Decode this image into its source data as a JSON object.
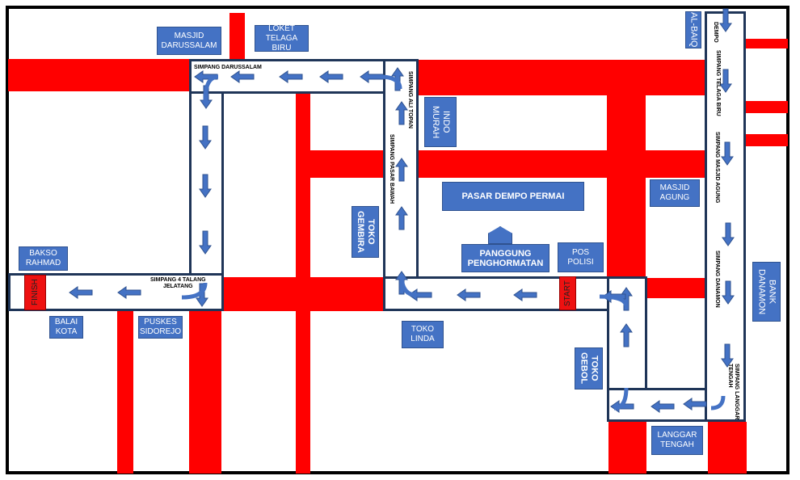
{
  "colors": {
    "road": "#ff0000",
    "route_border": "#1f3558",
    "label_bg": "#4472c4",
    "arrow": "#4472c4"
  },
  "markers": {
    "start": "START",
    "finish": "FINISH"
  },
  "landmarks": {
    "masjid_darussalam": "MASJID\nDARUSSALAM",
    "loket_telaga_biru": "LOKET\nTELAGA BIRU",
    "al_baiq": "AL-BAIQ",
    "indo_murah": "INDO\nMURAH",
    "pasar_dempo_permai": "PASAR DEMPO PERMAI",
    "masjid_agung": "MASJID\nAGUNG",
    "toko_gembira": "TOKO\nGEMBIRA",
    "panggung_penghormatan": "PANGGUNG\nPENGHORMATAN",
    "pos_polisi": "POS\nPOLISI",
    "bakso_rahmad": "BAKSO\nRAHMAD",
    "balai_kota": "BALAI\nKOTA",
    "puskes_sidorejo": "PUSKES\nSIDOREJO",
    "toko_linda": "TOKO\nLINDA",
    "toko_gebol": "TOKO\nGEBOL",
    "bank_danamon": "BANK\nDANAMON",
    "langgar_tengah": "LANGGAR\nTENGAH"
  },
  "streets": {
    "simpang_darussalam": "SIMPANG DARUSSALAM",
    "simpang_ali_topan": "SIMPANG ALI TOPAN",
    "simpang_pasar_bawah": "SIMPANG PASAR BAWAH",
    "simpang_4_talang_jelatang": "SIMPANG 4 TALANG\nJELATANG",
    "dempo": "DEMPO",
    "simpang_telaga_biru": "SIMPANG TELAGA BIRU",
    "simpang_masjid_agung": "SIMPANG MASJID AGUNG",
    "simpang_danamon": "SIMPANG DANAMON",
    "simpang_langgar_tengah": "SIMPANG LANGGAR\nTENGAH"
  },
  "route_directions": [
    "down",
    "down",
    "down",
    "down",
    "down",
    "down",
    "left",
    "left",
    "left",
    "left",
    "left",
    "left",
    "left",
    "left",
    "left",
    "up",
    "up",
    "up",
    "up",
    "up",
    "up",
    "left",
    "left",
    "left",
    "left",
    "left",
    "left",
    "left",
    "left",
    "left",
    "down",
    "down",
    "down",
    "down",
    "down",
    "left",
    "left",
    "left"
  ]
}
